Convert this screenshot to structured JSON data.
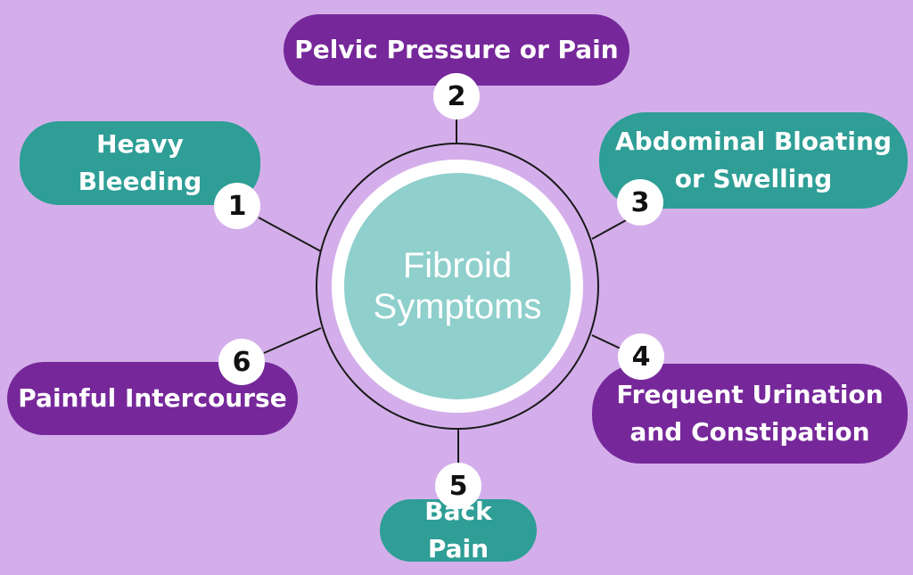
{
  "hub": {
    "line1": "Fibroid",
    "line2": "Symptoms"
  },
  "colors": {
    "background": "#d4aeea",
    "purple": "#76289a",
    "teal": "#2e9e96",
    "hub_fill": "#8fcfcc"
  },
  "symptoms": [
    {
      "number": "1",
      "lines": [
        "Heavy Bleeding"
      ],
      "color": "teal"
    },
    {
      "number": "2",
      "lines": [
        "Pelvic Pressure or Pain"
      ],
      "color": "purple"
    },
    {
      "number": "3",
      "lines": [
        "Abdominal Bloating",
        "or Swelling"
      ],
      "color": "teal"
    },
    {
      "number": "4",
      "lines": [
        "Frequent Urination",
        "and Constipation"
      ],
      "color": "purple"
    },
    {
      "number": "5",
      "lines": [
        "Back Pain"
      ],
      "color": "teal"
    },
    {
      "number": "6",
      "lines": [
        "Painful Intercourse"
      ],
      "color": "purple"
    }
  ]
}
